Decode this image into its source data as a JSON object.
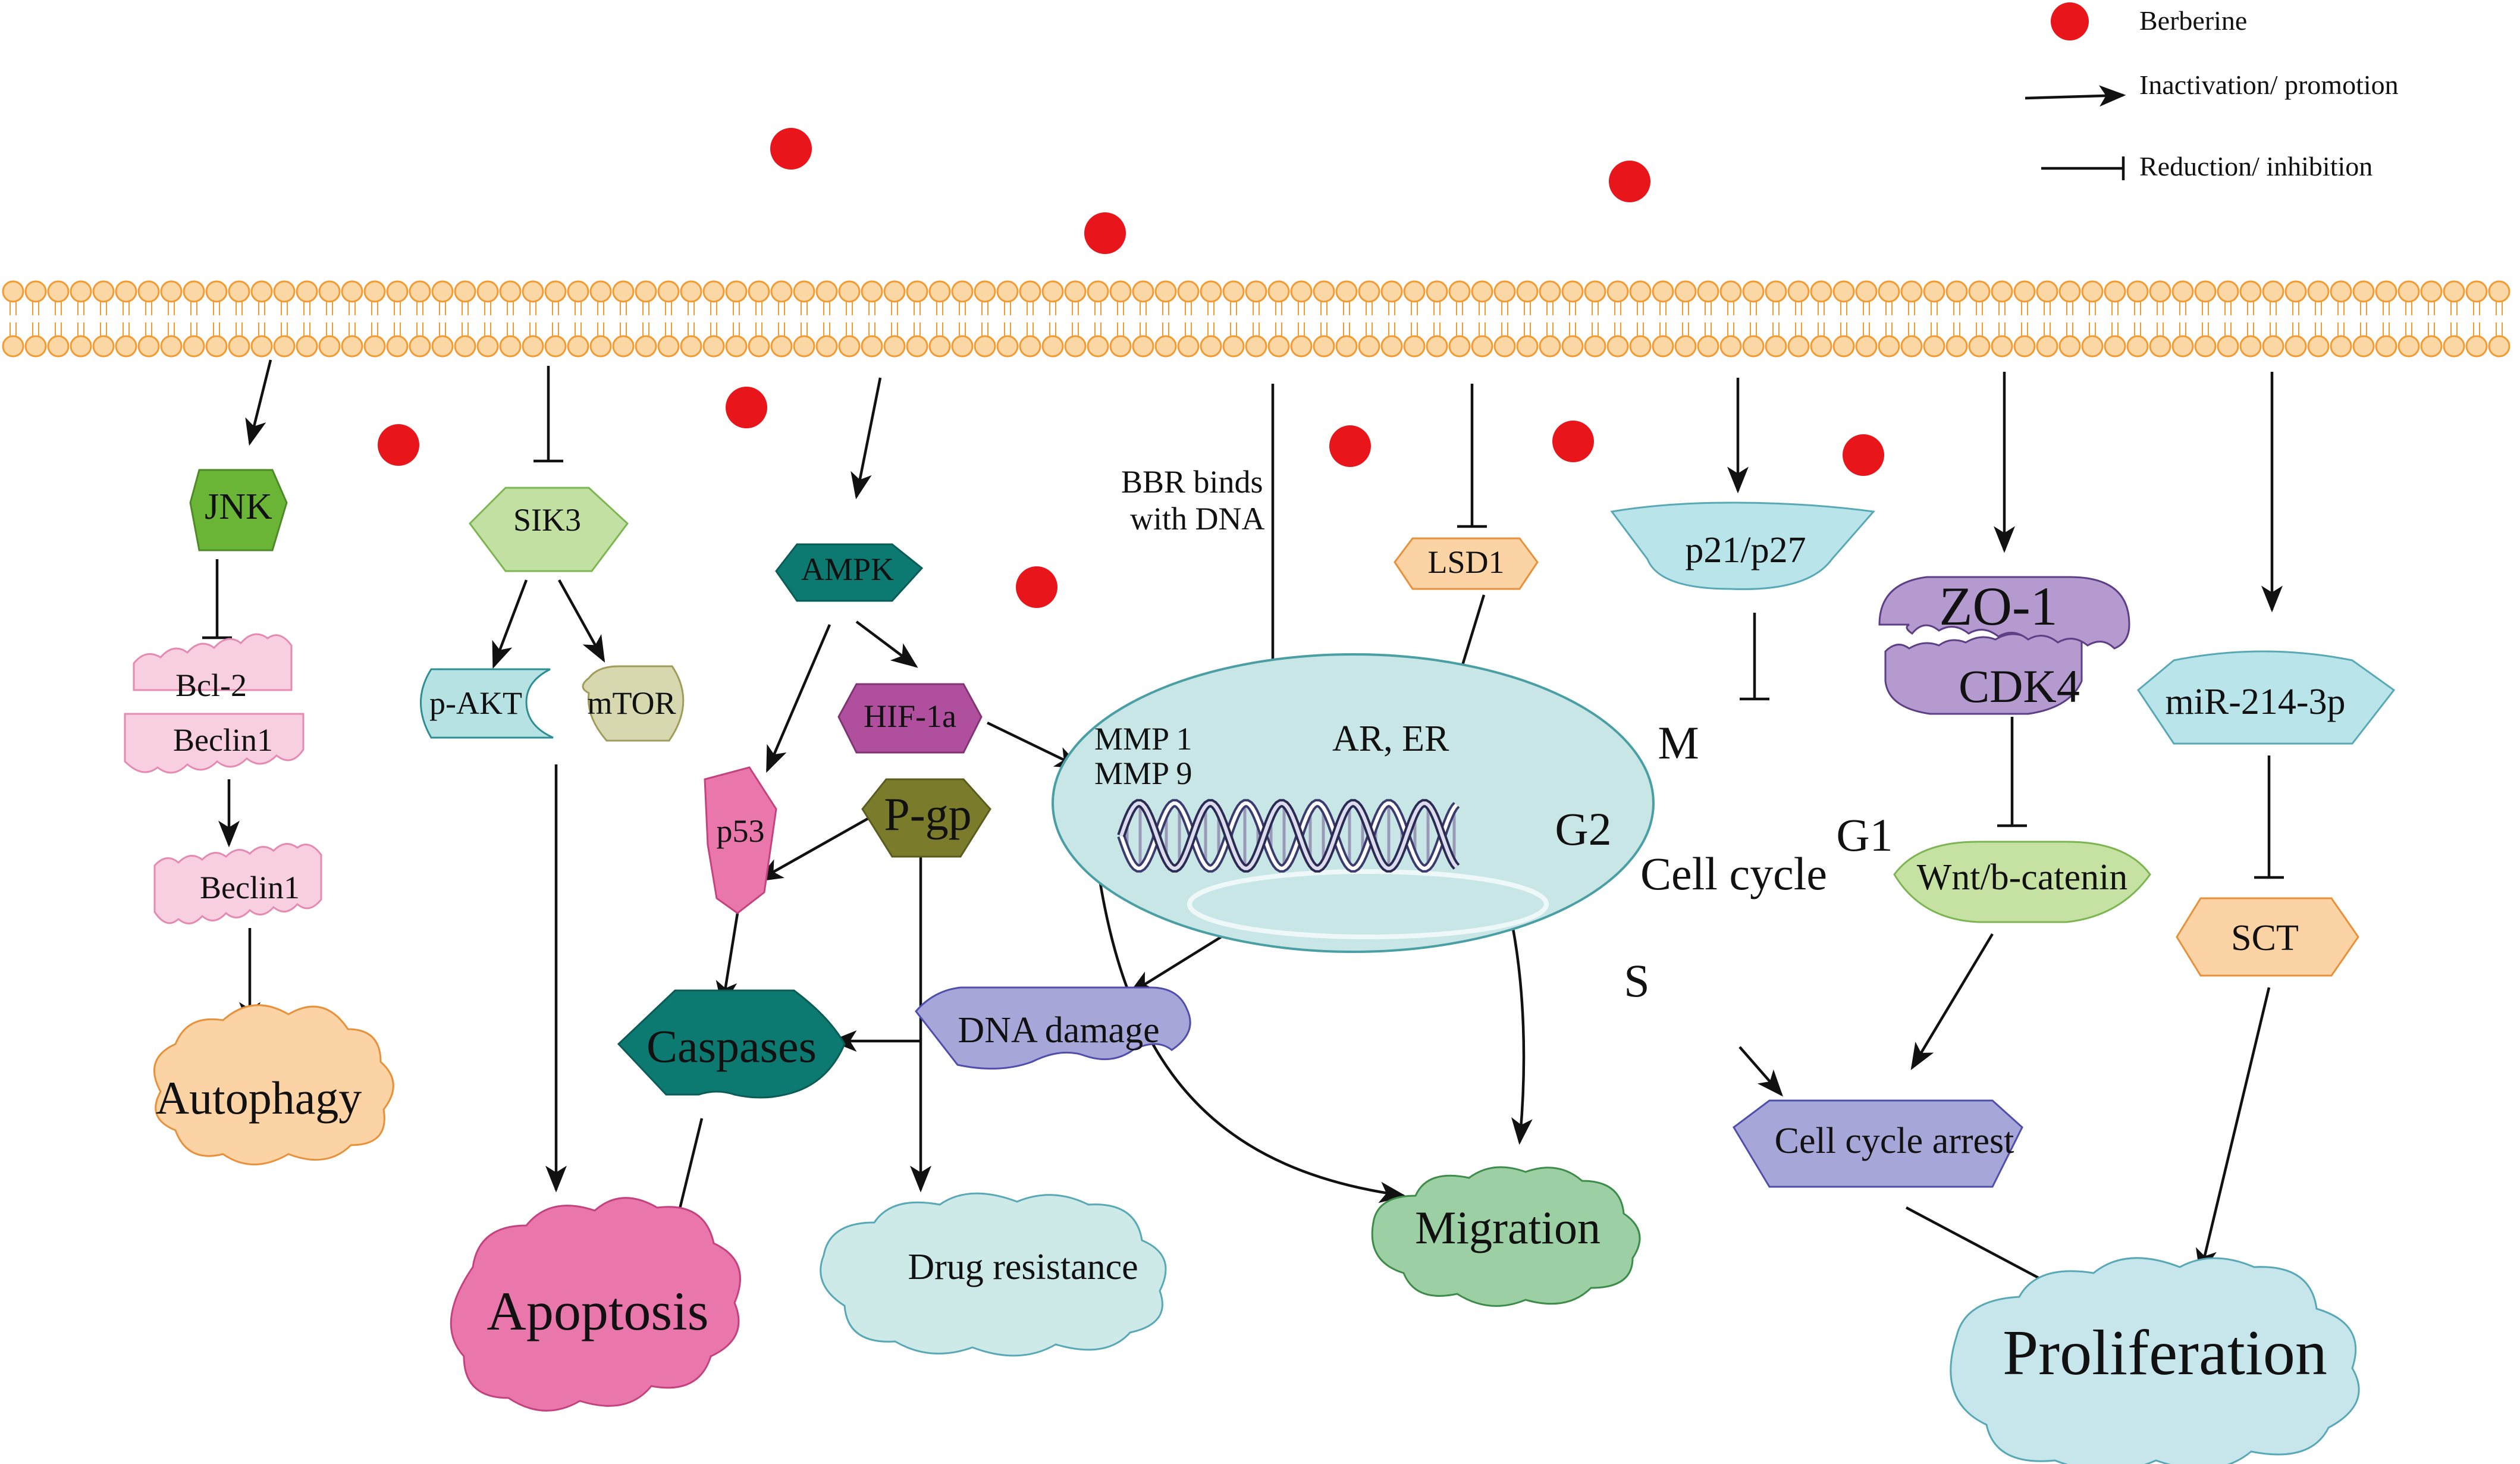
{
  "legend": {
    "berberine": "Berberine",
    "activation": "Inactivation/ promotion",
    "inhibition": "Reduction/ inhibition"
  },
  "colors": {
    "berberine_dot": "#e8161b",
    "membrane_fill": "#fbd7a6",
    "membrane_stroke": "#f29b33",
    "jnk": "#6ab536",
    "bcl2": "#f8cfe0",
    "sik3": "#c2e0a2",
    "pakt": "#b7e2e4",
    "mtor": "#d8d8b0",
    "ampk": "#0d7a72",
    "hif1a": "#b04f9d",
    "p53": "#ea77ab",
    "pgp": "#7a7c2b",
    "caspases": "#0d7a72",
    "dna_damage": "#a7a6d8",
    "nucleus": "#c9e6e6",
    "lsd1": "#fcd3a4",
    "p21p27": "#b9e5ea",
    "zo1cdk4": "#b59ad0",
    "mir214": "#b9e5ea",
    "wnt": "#c6e2a3",
    "sct": "#fcd3a4",
    "cell_cycle_arrest": "#a7a6d8",
    "autophagy": "#fcd3a4",
    "apoptosis": "#ea77ab",
    "drug_resistance": "#cde9e8",
    "migration": "#9ccfa3",
    "proliferation": "#c6e6ec"
  },
  "nodes": {
    "jnk": "JNK",
    "bcl2": "Bcl-2",
    "beclin1_bound": "Beclin1",
    "beclin1": "Beclin1",
    "autophagy": "Autophagy",
    "sik3": "SIK3",
    "pakt": "p-AKT",
    "mtor": "mTOR",
    "apoptosis": "Apoptosis",
    "ampk": "AMPK",
    "hif1a": "HIF-1a",
    "p53": "p53",
    "pgp": "P-gp",
    "caspases": "Caspases",
    "dna_damage": "DNA damage",
    "drug_resistance": "Drug resistance",
    "bbr_binds_line1": "BBR binds",
    "bbr_binds_line2": "with DNA",
    "mmp1": "MMP 1",
    "mmp9": "MMP 9",
    "ar_er": "AR, ER",
    "lsd1": "LSD1",
    "migration": "Migration",
    "p21p27": "p21/p27",
    "cell_cycle": "Cell cycle",
    "phase_m": "M",
    "phase_g2": "G2",
    "phase_g1": "G1",
    "phase_s": "S",
    "cell_cycle_arrest": "Cell cycle arrest",
    "zo1": "ZO-1",
    "cdk4": "CDK4",
    "wnt": "Wnt/b-catenin",
    "mir214": "miR-214-3p",
    "sct": "SCT",
    "proliferation": "Proliferation"
  }
}
